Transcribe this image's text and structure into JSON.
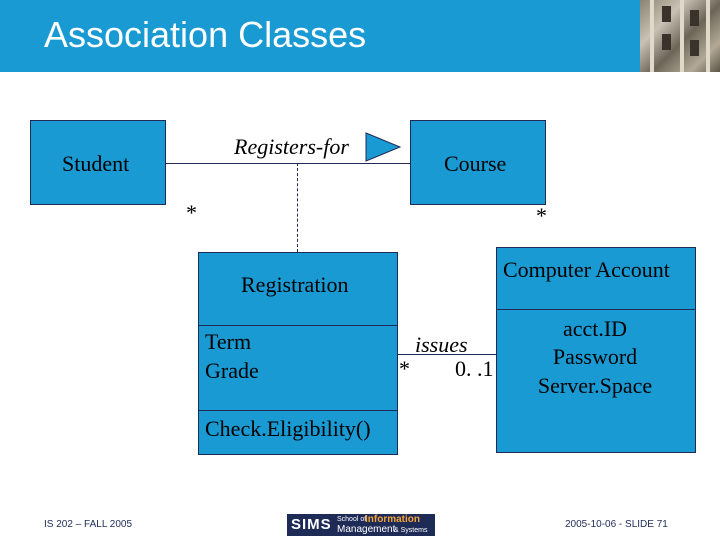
{
  "slide": {
    "title": "Association Classes"
  },
  "diagram": {
    "student_class": "Student",
    "course_class": "Course",
    "association_name": "Registers-for",
    "student_multiplicity": "*",
    "course_multiplicity": "*",
    "association_class": {
      "name": "Registration",
      "attributes": [
        "Term",
        "Grade"
      ],
      "operations": [
        "Check.Eligibility()"
      ]
    },
    "computer_account_class": {
      "name": "Computer Account",
      "attributes": [
        "acct.ID",
        "Password",
        "Server.Space"
      ]
    },
    "issues_association": {
      "name": "issues",
      "registration_multiplicity": "*",
      "account_multiplicity": "0. .1"
    }
  },
  "footer": {
    "course": "IS 202 – FALL 2005",
    "logo_main": "SIMS",
    "logo_school_of": "School of",
    "logo_information": "Information",
    "logo_management": "Management",
    "logo_systems": "& Systems",
    "slide_info": "2005-10-06 - SLIDE 71"
  },
  "colors": {
    "header": "#1a9ad3",
    "box_fill": "#1a9ad3",
    "line": "#1e2b57",
    "logo_bg": "#1e2b57"
  }
}
